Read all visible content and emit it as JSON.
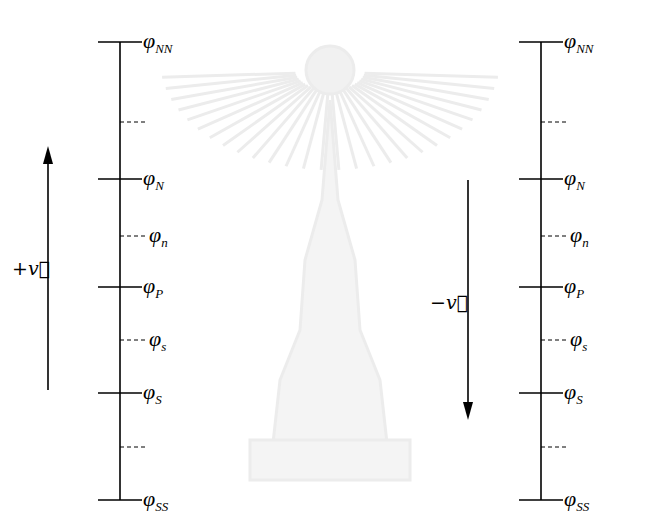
{
  "diagram": {
    "labels": [
      "φNN",
      "φN",
      "φn",
      "φP",
      "φs",
      "φS",
      "φSS",
      "+v⃗",
      "−v⃗",
      "φNN",
      "φN",
      "φn",
      "φP",
      "φs",
      "φS",
      "φSS"
    ]
  }
}
